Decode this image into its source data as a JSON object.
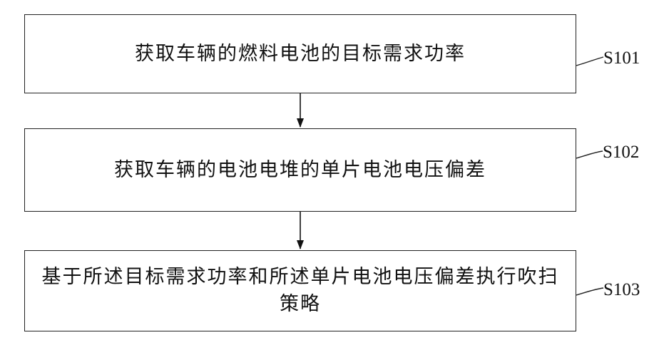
{
  "steps": [
    {
      "text": "获取车辆的燃料电池的目标需求功率",
      "label": "S101"
    },
    {
      "text": "获取车辆的电池电堆的单片电池电压偏差",
      "label": "S102"
    },
    {
      "text": "基于所述目标需求功率和所述单片电池电压偏差执行吹扫策略",
      "label": "S103"
    }
  ]
}
